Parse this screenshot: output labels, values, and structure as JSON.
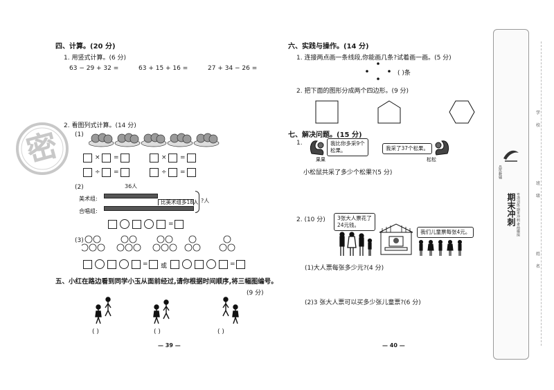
{
  "left_page": {
    "section4": {
      "heading": "四、计算。(20 分)",
      "q1_title": "1. 用竖式计算。(6 分)",
      "expressions": [
        "63 − 29 + 32 =",
        "63 + 15 + 16 =",
        "27 + 34 − 26 ="
      ],
      "q2_title": "2. 看图列式计算。(14 分)",
      "p1_label": "(1)",
      "times": "×",
      "divide": "÷",
      "equals": "=",
      "p2_label": "(2)",
      "bar_value": "36人",
      "group1": "美术组:",
      "group2": "合唱组:",
      "bar_note": "比美术组多18人",
      "question_mark": "?人",
      "p3_label": "(3)",
      "or_text": "或"
    },
    "section5": {
      "heading": "五、小红在路边看到同学小玉从面前经过,请你根据时间顺序,将三幅图编号。",
      "score": "(9 分)",
      "paren": "(      )"
    },
    "page_number": "— 39 —",
    "stamp_char": "密"
  },
  "right_page": {
    "section6": {
      "heading": "六、实践与操作。(14 分)",
      "q1": "1. 连接两点画一条线段,你能画几条?试着画一画。(5 分)",
      "q1_answer": "(      )条",
      "q2": "2. 把下面的图形分成两个四边形。(9 分)"
    },
    "section7": {
      "heading": "七、解决问题。(15 分)",
      "q1_num": "1.",
      "bubble1_line1": "我比你多采9个",
      "bubble1_line2": "松果。",
      "bubble2": "我采了37个松果。",
      "name1": "果果",
      "name2": "松松",
      "q1_question": "小松鼠共采了多少个松果?(5 分)",
      "q2_num": "2. (10 分)",
      "bubble3_line1": "3张大人票花了",
      "bubble3_line2": "24元钱。",
      "bubble4": "我们儿童票每张4元。",
      "q2a": "(1)大人票每张多少元?(4 分)",
      "q2b": "(2)3 张大人票可以买多少张儿童票?(6 分)"
    },
    "page_number": "— 40 —"
  },
  "spine": {
    "brand": "品优教辅",
    "series": "期末冲刺",
    "sub": "专项训练·期末冲刺·考前模拟",
    "fields": [
      "学",
      "校",
      "班",
      "级",
      "姓",
      "名"
    ]
  },
  "colors": {
    "ink": "#1a1a1a",
    "stamp": "#c8c8c8",
    "fruit": "#888888",
    "bar": "#555555"
  }
}
